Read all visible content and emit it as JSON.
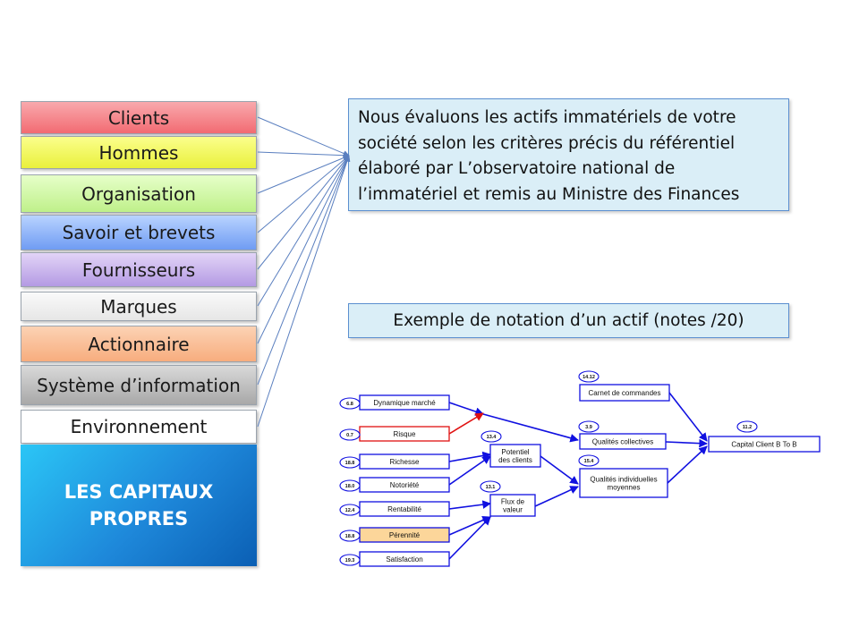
{
  "capitals": [
    {
      "label": "Clients"
    },
    {
      "label": "Hommes"
    },
    {
      "label": "Organisation"
    },
    {
      "label": "Savoir et brevets"
    },
    {
      "label": "Fournisseurs"
    },
    {
      "label": "Marques"
    },
    {
      "label": "Actionnaire"
    },
    {
      "label": "Système d’information"
    },
    {
      "label": "Environnement"
    }
  ],
  "capitaux_propres": {
    "line1": "LES CAPITAUX",
    "line2": "PROPRES"
  },
  "intro_text": "Nous évaluons les actifs immatériels de votre société selon les critères précis  du référentiel élaboré par L’observatoire national de l’immatériel et remis au Ministre des Finances",
  "example_title": "Exemple de notation d’un actif (notes /20)",
  "diagram": {
    "inputs": [
      {
        "label": "Dynamique marché",
        "score": "6.8",
        "status": "normal"
      },
      {
        "label": "Risque",
        "score": "0.7",
        "status": "alert"
      },
      {
        "label": "Richesse",
        "score": "18.8",
        "status": "normal"
      },
      {
        "label": "Notoriété",
        "score": "18.0",
        "status": "normal"
      },
      {
        "label": "Rentabilité",
        "score": "12.4",
        "status": "normal"
      },
      {
        "label": "Pérennité",
        "score": "18.8",
        "status": "highlight"
      },
      {
        "label": "Satisfaction",
        "score": "19.3",
        "status": "normal"
      }
    ],
    "intermediates": [
      {
        "label_lines": [
          "Potentiel",
          "des clients"
        ],
        "score": "13.4"
      },
      {
        "label_lines": [
          "Flux de",
          "valeur"
        ],
        "score": "13.1"
      }
    ],
    "aggregates": [
      {
        "label_lines": [
          "Carnet de commandes"
        ],
        "score": "14.12"
      },
      {
        "label_lines": [
          "Qualités collectives"
        ],
        "score": "3.9"
      },
      {
        "label_lines": [
          "Qualités individuelles",
          "moyennes"
        ],
        "score": "15.4"
      }
    ],
    "final": {
      "label": "Capital Client B To B",
      "score": "11.2"
    },
    "colors": {
      "link": "#1010e0",
      "alert": "#e01010",
      "highlight_fill": "#fcd69a",
      "connector": "#5a7fbf"
    }
  }
}
